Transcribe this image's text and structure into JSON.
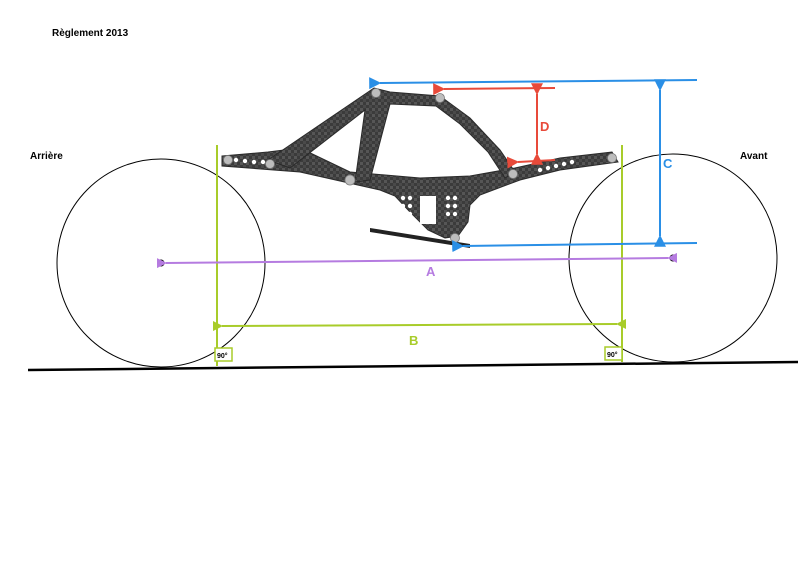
{
  "title": "Règlement 2013",
  "labels": {
    "rear": "Arrière",
    "front": "Avant"
  },
  "dimensions": {
    "A": "A",
    "B": "B",
    "C": "C",
    "D": "D"
  },
  "angles": {
    "rear": "90°",
    "front": "90°"
  },
  "colors": {
    "A": "#b57be0",
    "B": "#a8cc2a",
    "C": "#2a8fe6",
    "D": "#e84a3a",
    "chassis": "#3a3a3a"
  }
}
